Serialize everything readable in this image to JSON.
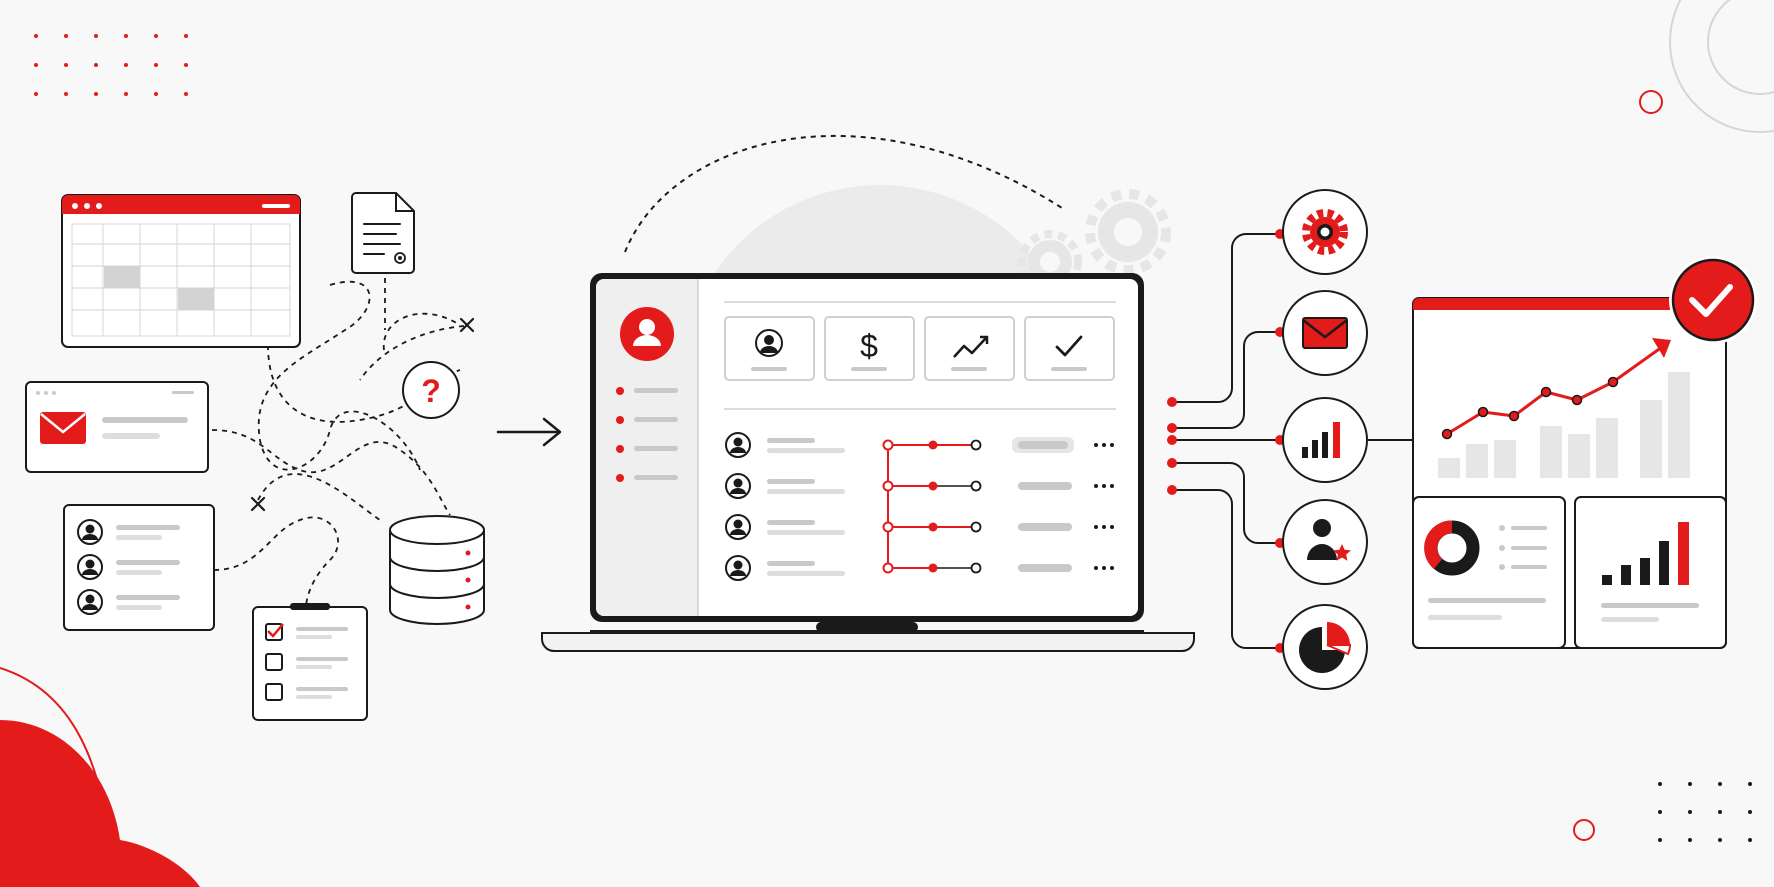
{
  "colors": {
    "accent": "#e31b1b",
    "ink": "#1a1a1a",
    "muted": "#c9c9c9",
    "panel": "#efefef",
    "background": "#f8f8f8"
  },
  "icons": {
    "question_mark": "?",
    "dollar_sign": "$",
    "close_mark": "×",
    "arrow": "→"
  },
  "scene": {
    "left_cluster": [
      "calendar-window",
      "document",
      "email-card",
      "contacts-card",
      "checklist",
      "database",
      "question-bubble"
    ],
    "center": "laptop-dashboard",
    "right_nodes": [
      "gear",
      "mail",
      "bar-chart",
      "user-star",
      "pie-chart"
    ],
    "result": "report-dashboard-with-checkmark"
  },
  "dashboard": {
    "kpi_cards": [
      "user-icon",
      "dollar-icon",
      "trend-icon",
      "check-icon"
    ],
    "table_rows": 4,
    "sidebar_items": 4
  }
}
